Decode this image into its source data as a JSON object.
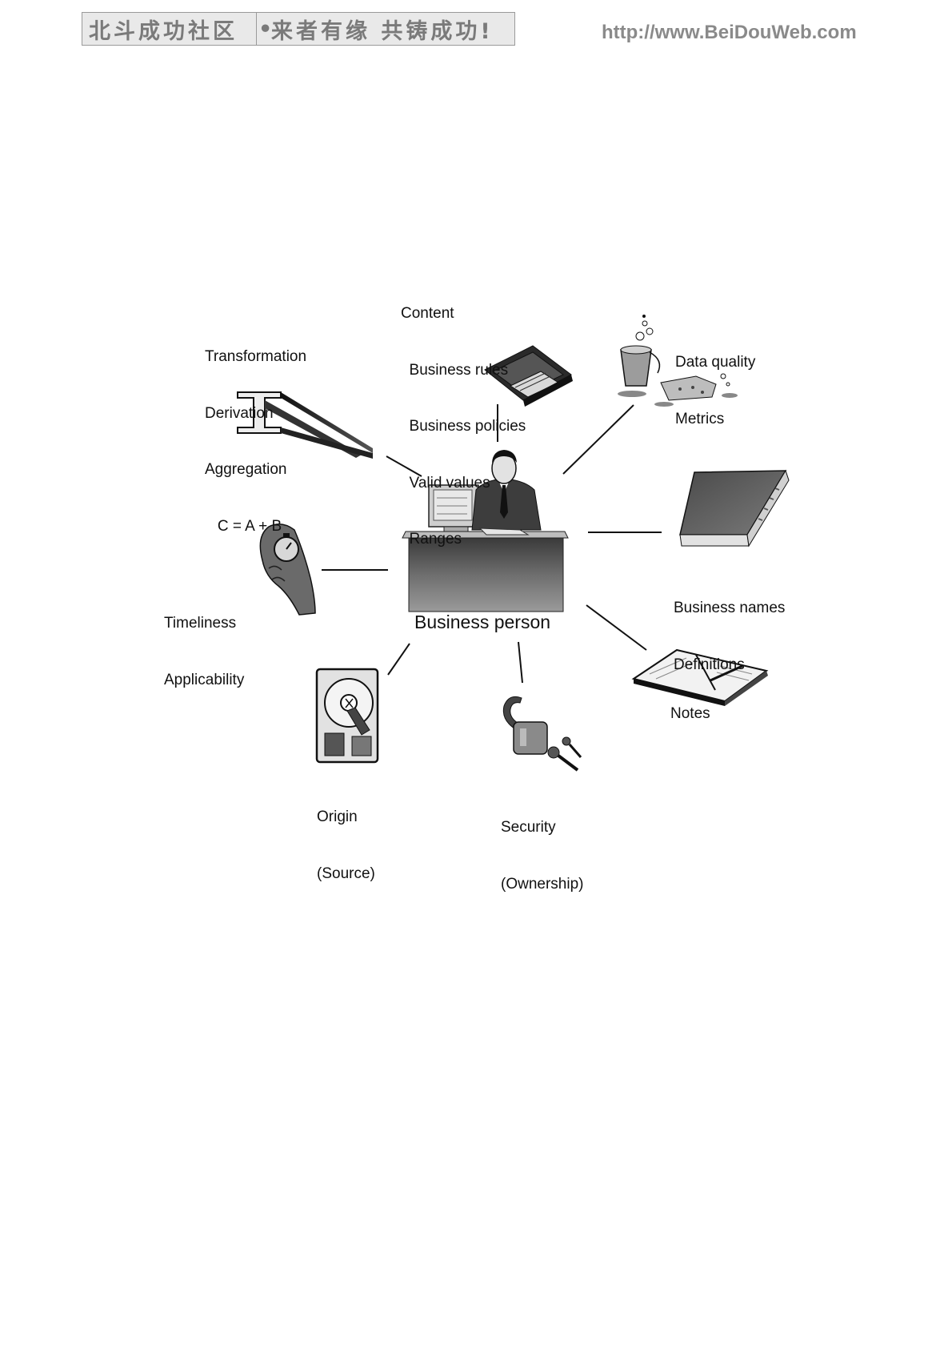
{
  "header": {
    "banner_left": "北斗成功社区",
    "banner_sep": "•",
    "banner_right": "来者有缘 共铸成功!",
    "url": "http://www.BeiDouWeb.com"
  },
  "diagram": {
    "center": "Business person",
    "content": [
      "Content",
      "  Business rules",
      "  Business policies",
      "  Valid values",
      "  Ranges"
    ],
    "transformation": [
      "Transformation",
      "Derivation",
      "Aggregation",
      "   C = A + B"
    ],
    "data_quality": [
      "Data quality",
      "Metrics"
    ],
    "business_names": [
      "Business names",
      "Definitions"
    ],
    "notes": "Notes",
    "security": [
      "Security",
      "(Ownership)"
    ],
    "origin": [
      "Origin",
      "(Source)"
    ],
    "timeliness": [
      "Timeliness",
      "Applicability"
    ]
  }
}
